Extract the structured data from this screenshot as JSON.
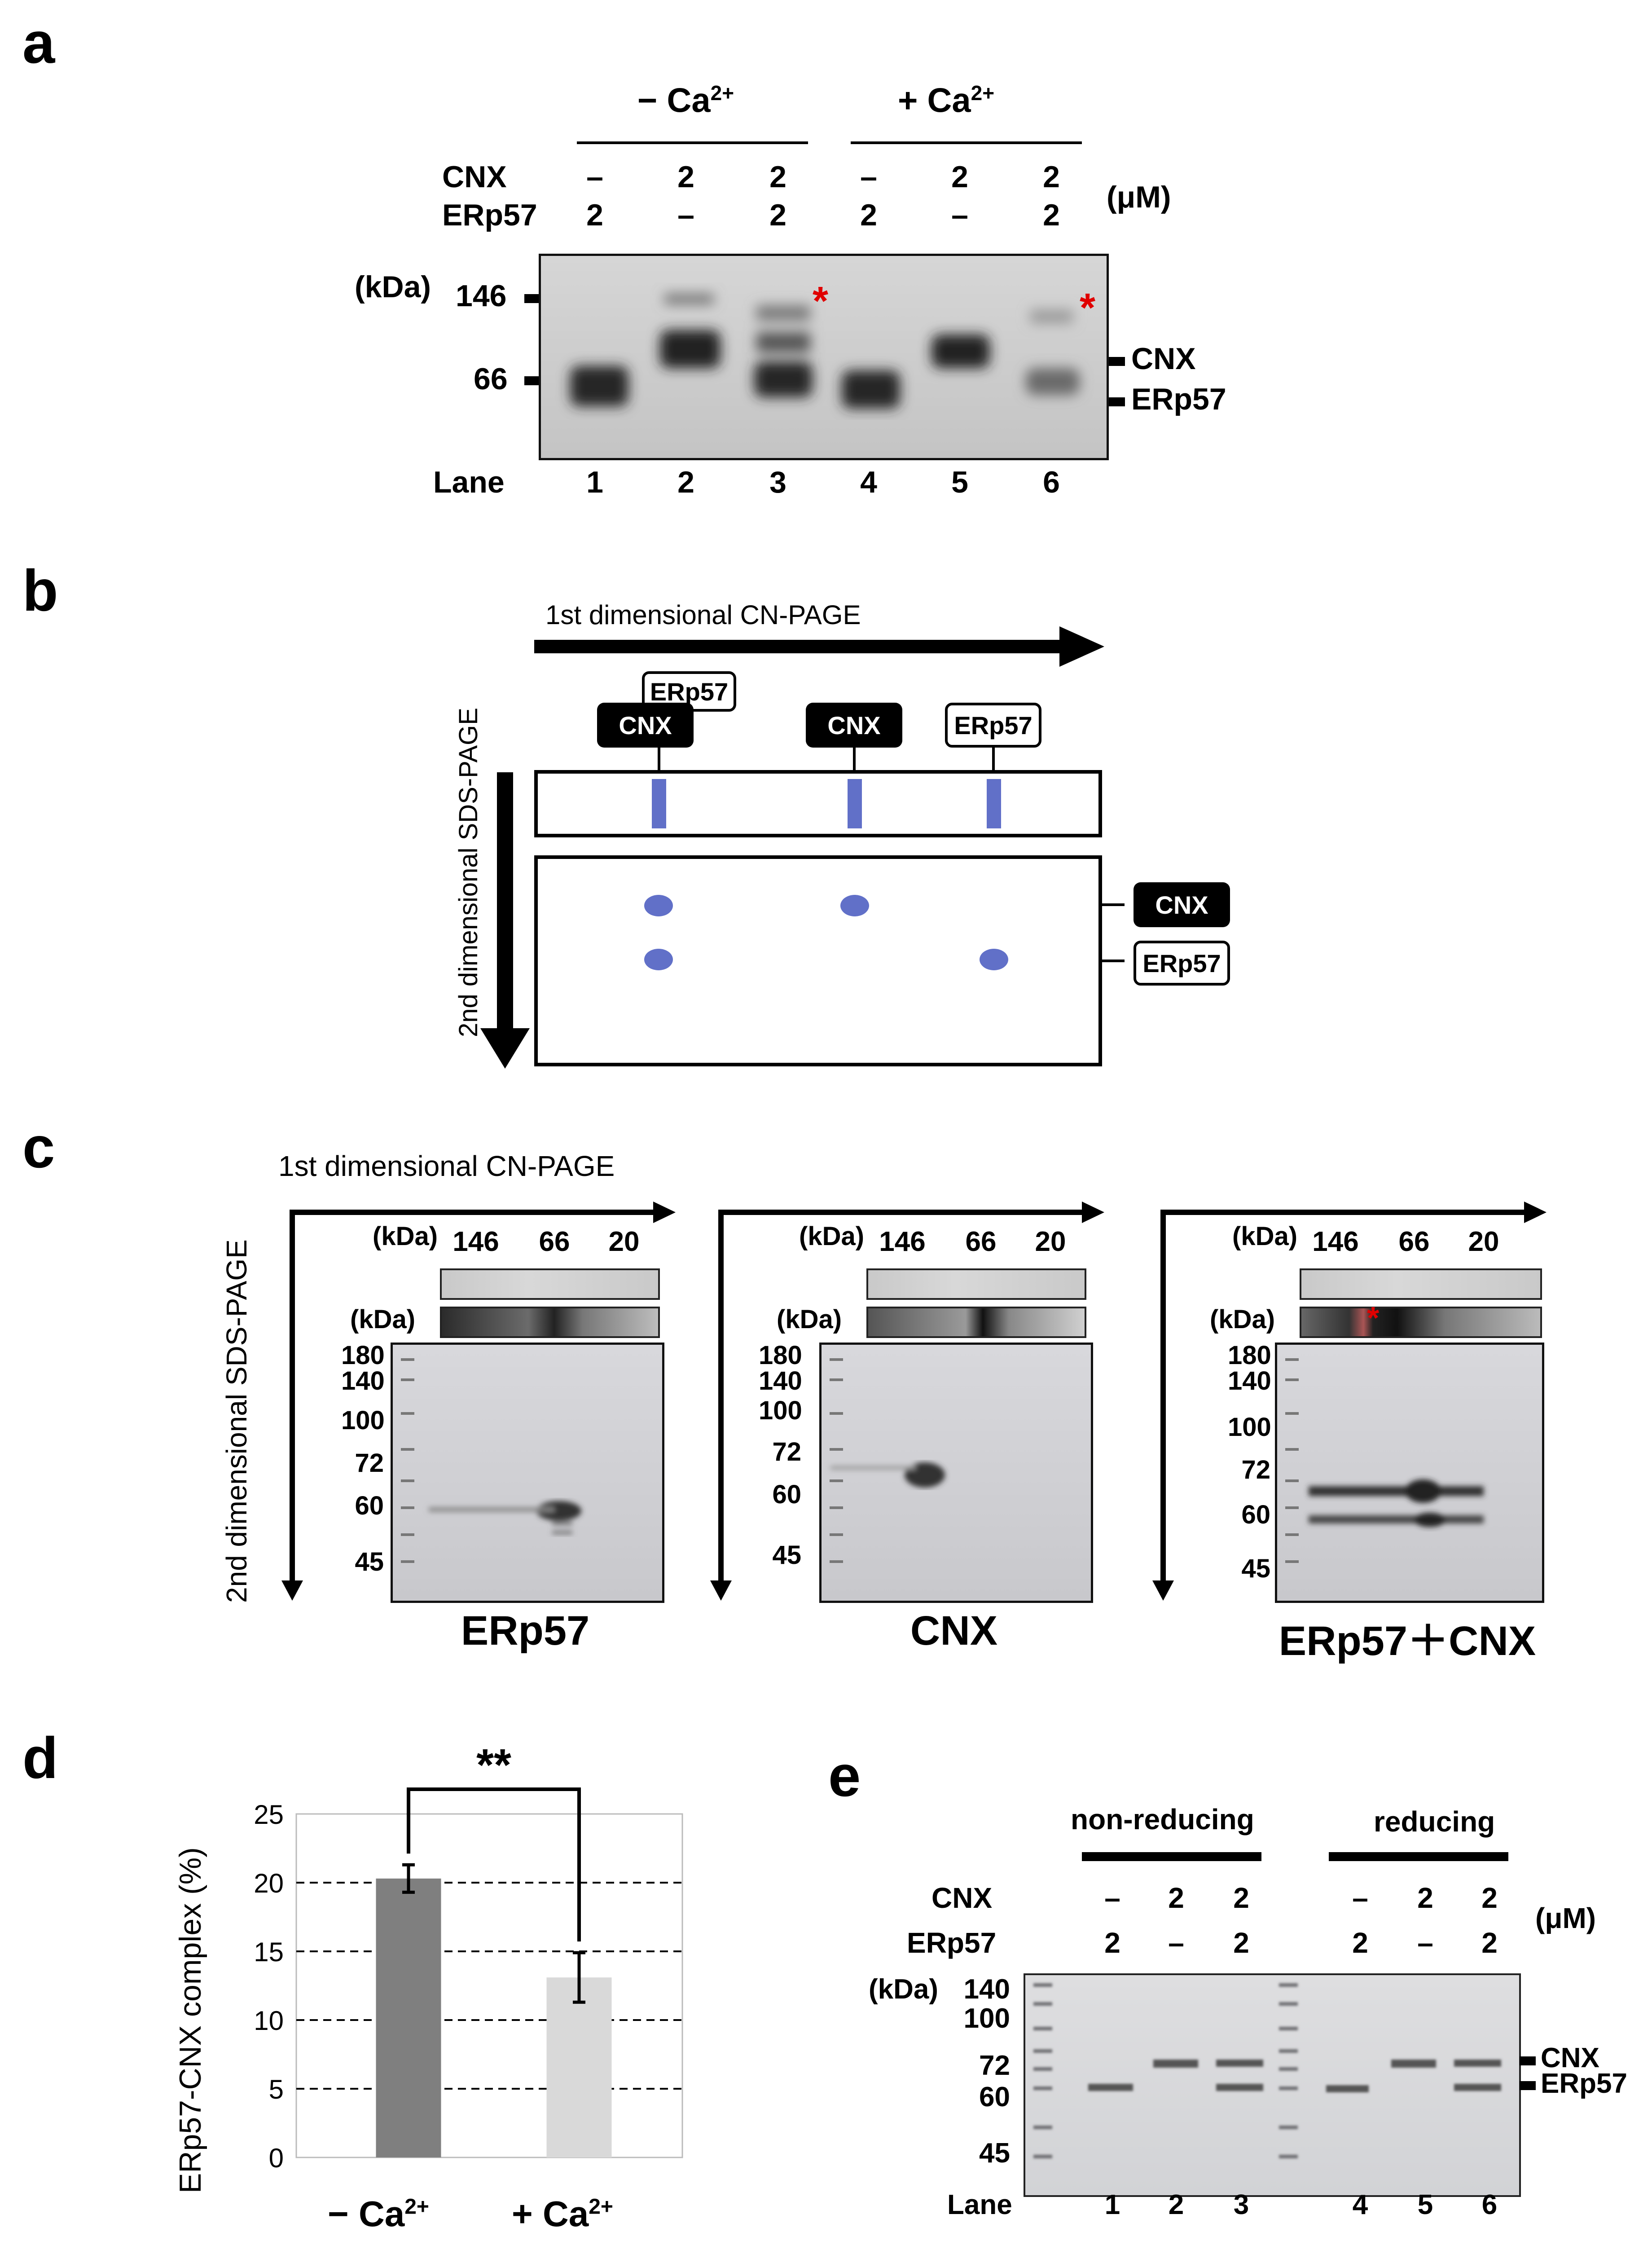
{
  "panels": [
    "a",
    "b",
    "c",
    "d",
    "e"
  ],
  "a": {
    "cond_minus": "− Ca",
    "cond_plus": "+ Ca",
    "sup": "2+",
    "row1_label": "CNX",
    "row2_label": "ERp57",
    "cnx_vals": [
      "–",
      "2",
      "2",
      "–",
      "2",
      "2"
    ],
    "erp_vals": [
      "2",
      "–",
      "2",
      "2",
      "–",
      "2"
    ],
    "unit": "(μM)",
    "kda": "(kDa)",
    "mw": [
      "146",
      "66"
    ],
    "band_cnx": "CNX",
    "band_erp": "ERp57",
    "star": "*",
    "lane_label": "Lane",
    "lanes": [
      "1",
      "2",
      "3",
      "4",
      "5",
      "6"
    ]
  },
  "b": {
    "first_dim": "1st dimensional CN-PAGE",
    "second_dim": "2nd  dimensional SDS-PAGE",
    "box_cnx": "CNX",
    "box_erp": "ERp57"
  },
  "c": {
    "first_dim": "1st dimensional CN-PAGE",
    "second_dim": "2nd dimensional SDS-PAGE",
    "kda": "(kDa)",
    "top_mw": [
      "146",
      "66",
      "20"
    ],
    "gels": [
      {
        "name": "ERp57",
        "mw": [
          "180",
          "140",
          "100",
          "72",
          "60",
          "45"
        ]
      },
      {
        "name": "CNX",
        "mw": [
          "180",
          "140",
          "100",
          "72",
          "60",
          "45"
        ]
      },
      {
        "name": "ERp57＋CNX",
        "mw": [
          "180",
          "140",
          "100",
          "72",
          "60",
          "45"
        ]
      }
    ],
    "star": "*"
  },
  "d": {
    "ylabel": "ERp57-CNX complex (%)",
    "sig": "**",
    "categories": [
      "− Ca",
      "+ Ca"
    ],
    "sup": "2+",
    "yticks": [
      "0",
      "5",
      "10",
      "15",
      "20",
      "25"
    ]
  },
  "chart_data": {
    "type": "bar",
    "categories": [
      "− Ca2+",
      "+ Ca2+"
    ],
    "values": [
      20.3,
      13.1
    ],
    "errors": [
      1.0,
      1.8
    ],
    "colors": [
      "#7f7f7f",
      "#d9d9d9"
    ],
    "ylabel": "ERp57-CNX complex (%)",
    "ylim": [
      0,
      25
    ],
    "grid": "dashed horizontal",
    "annotation": "**"
  },
  "e": {
    "nonred": "non-reducing",
    "red": "reducing",
    "row1_label": "CNX",
    "row2_label": "ERp57",
    "cnx_vals": [
      "–",
      "2",
      "2",
      "–",
      "2",
      "2"
    ],
    "erp_vals": [
      "2",
      "–",
      "2",
      "2",
      "–",
      "2"
    ],
    "unit": "(μM)",
    "kda": "(kDa)",
    "mw": [
      "140",
      "100",
      "72",
      "60",
      "45"
    ],
    "band_cnx": "CNX",
    "band_erp": "ERp57",
    "lane_label": "Lane",
    "lanes": [
      "1",
      "2",
      "3",
      "4",
      "5",
      "6"
    ]
  }
}
